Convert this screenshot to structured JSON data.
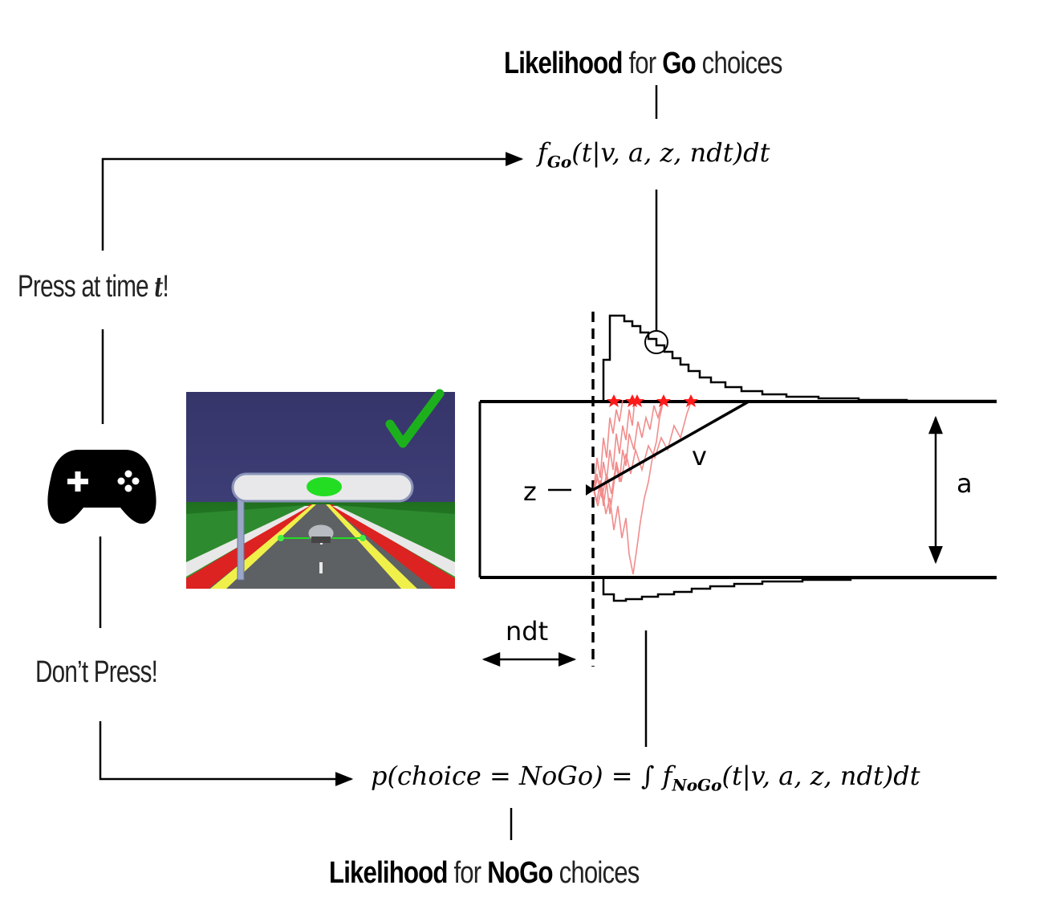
{
  "top_heading": {
    "strong1": "Likelihood",
    "mid": "for",
    "strong2": "Go",
    "tail": "choices"
  },
  "bottom_heading": {
    "strong1": "Likelihood",
    "mid": "for",
    "strong2": "NoGo",
    "tail": "choices"
  },
  "go_formula": {
    "f": "f",
    "sub": "Go",
    "args": "(t|v, a, z, ndt)dt"
  },
  "nogo_formula": {
    "lhs": "p(choice = NoGo) = ∫ ",
    "f": "f",
    "sub": "NoGo",
    "args": "(t|v, a, z, ndt)dt"
  },
  "press_label": {
    "pre": "Press at time ",
    "var": "t",
    "post": "!"
  },
  "dont_press_label": "Don’t Press!",
  "ddm_labels": {
    "z": "z",
    "v": "v",
    "a": "a",
    "ndt": "ndt"
  },
  "icons": {
    "controller": "gamepad-icon",
    "check": "checkmark-icon"
  },
  "colors": {
    "trace": "#f08080",
    "hit": "#ff1a1a",
    "check": "#1db01d",
    "sky": "#3a3a6a",
    "road": "#5a5e60"
  }
}
